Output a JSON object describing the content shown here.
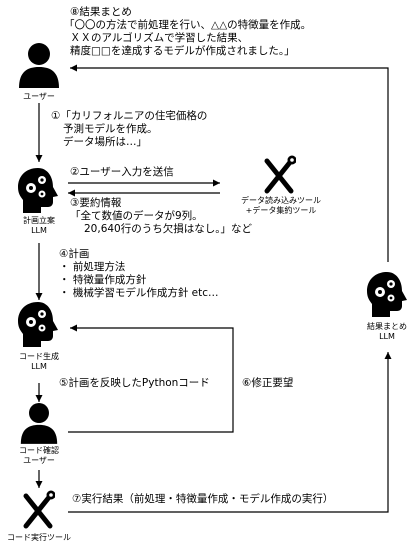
{
  "nodes": {
    "user": "ユーザー",
    "planning_llm": [
      "計画立案",
      "LLM"
    ],
    "data_tool": [
      "データ読み込みツール",
      "+データ集約ツール"
    ],
    "codegen_llm": [
      "コード生成",
      "LLM"
    ],
    "code_check_user": [
      "コード確認",
      "ユーザー"
    ],
    "code_exec_tool": "コード実行ツール",
    "summary_llm": [
      "結果まとめ",
      "LLM"
    ]
  },
  "edges": {
    "e1": [
      "①「カリフォルニアの住宅価格の",
      "予測モデルを作成。",
      "データ場所は…」"
    ],
    "e2": "②ユーザー入力を送信",
    "e3": [
      "③要約情報",
      "「全て数値のデータが9列。",
      "20,640行のうち欠損はなし。」など"
    ],
    "e4": [
      "④計画",
      "・ 前処理方法",
      "・ 特徴量作成方針",
      "・ 機械学習モデル作成方針 etc…"
    ],
    "e5": "⑤計画を反映したPythonコード",
    "e6": "⑥修正要望",
    "e7": "⑦実行結果（前処理・特徴量作成・モデル作成の実行）",
    "e8": [
      "⑧結果まとめ",
      "「〇〇の方法で前処理を行い、△△の特徴量を作成。",
      "ＸＸのアルゴリズムで学習した結果、",
      "精度□□を達成するモデルが作成されました。」"
    ]
  },
  "icons": {
    "user": "person-icon",
    "llm": "head-with-gears-icon",
    "tool": "wrench-screwdriver-icon"
  },
  "colors": {
    "icon": "#000000",
    "line": "#000000",
    "background": "#ffffff"
  }
}
